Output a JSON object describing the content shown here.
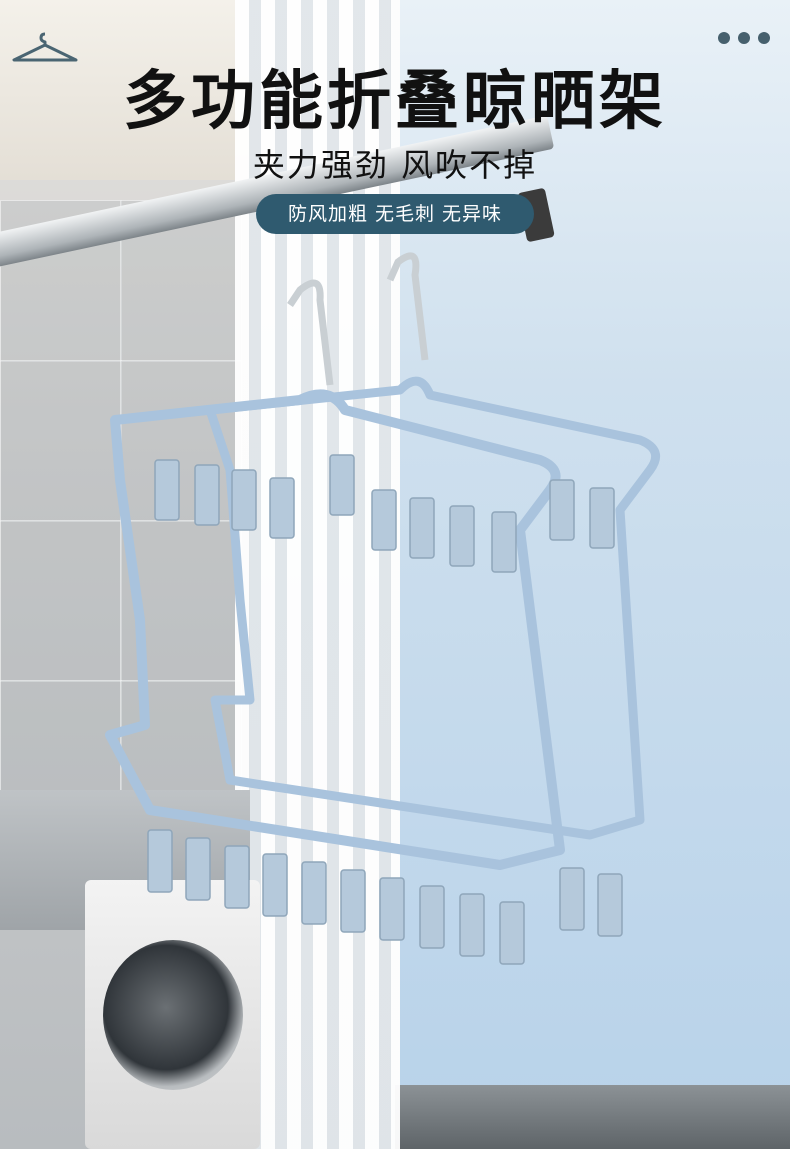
{
  "header": {
    "title": "多功能折叠晾晒架",
    "subtitle": "夹力强劲 风吹不掉",
    "badge": "防风加粗 无毛刺 无异味"
  },
  "icons": {
    "logo": "hanger-icon",
    "menu": "more-dots-icon"
  },
  "colors": {
    "accent": "#2f5a6f",
    "hanger": "#a9c3dd",
    "title_text": "#111111",
    "badge_text": "#ffffff"
  }
}
